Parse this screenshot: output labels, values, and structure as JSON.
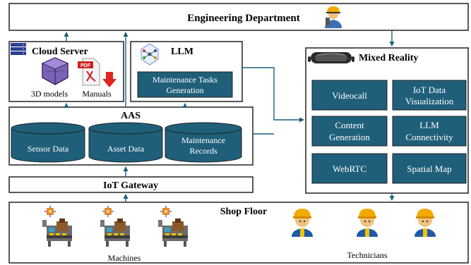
{
  "engineering": {
    "title": "Engineering Department",
    "icon": "engineer-icon"
  },
  "cloud": {
    "title": "Cloud Server",
    "models_label": "3D models",
    "manuals_label": "Manuals",
    "pdf_badge": "PDF"
  },
  "llm": {
    "title": "LLM",
    "task_label_1": "Maintenance Tasks",
    "task_label_2": "Generation"
  },
  "mixed_reality": {
    "title": "Mixed Reality",
    "icon": "headset-icon",
    "tiles": [
      {
        "line1": "Videocall",
        "line2": ""
      },
      {
        "line1": "IoT Data",
        "line2": "Visualization"
      },
      {
        "line1": "Content",
        "line2": "Generation"
      },
      {
        "line1": "LLM",
        "line2": "Connectivity"
      },
      {
        "line1": "WebRTC",
        "line2": ""
      },
      {
        "line1": "Spatial Map",
        "line2": ""
      }
    ]
  },
  "aas": {
    "title": "AAS",
    "databases": [
      {
        "line1": "Sensor Data",
        "line2": ""
      },
      {
        "line1": "Asset Data",
        "line2": ""
      },
      {
        "line1": "Maintenance",
        "line2": "Records"
      }
    ]
  },
  "gateway": {
    "title": "IoT Gateway"
  },
  "shop_floor": {
    "title": "Shop Floor",
    "machines_label": "Machines",
    "technicians_label": "Technicians"
  },
  "colors": {
    "accent": "#1f5f7a",
    "accent_text": "#ffffff",
    "border": "#222222",
    "arrow": "#1f5f7a"
  }
}
